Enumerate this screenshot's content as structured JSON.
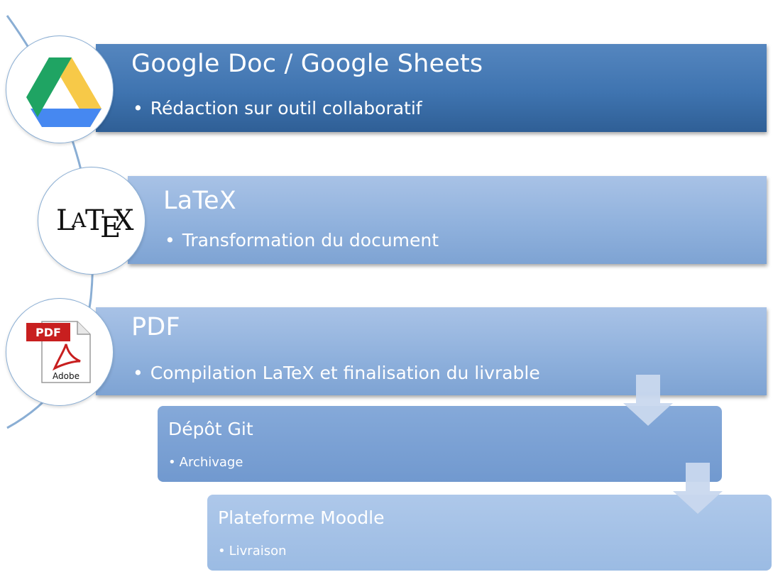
{
  "steps": [
    {
      "title": "Google Doc / Google Sheets",
      "bullet": "Rédaction sur outil collaboratif",
      "icon": "google-drive-icon"
    },
    {
      "title": "LaTeX",
      "bullet": "Transformation du document",
      "icon": "latex-logo-icon",
      "logo_text": "LATEX"
    },
    {
      "title": "PDF",
      "bullet": "Compilation LaTeX et finalisation du livrable",
      "icon": "adobe-pdf-icon",
      "icon_label_top": "PDF",
      "icon_label_bottom": "Adobe"
    }
  ],
  "substeps": [
    {
      "title": "Dépôt Git",
      "bullet": "Archivage"
    },
    {
      "title": "Plateforme Moodle",
      "bullet": "Livraison"
    }
  ],
  "bullet_char": "•",
  "colors": {
    "dark_band": "#3f74b0",
    "light_band": "#8eb0dc",
    "arc": "#8aaed4",
    "arrow": "#c9d8ee"
  }
}
